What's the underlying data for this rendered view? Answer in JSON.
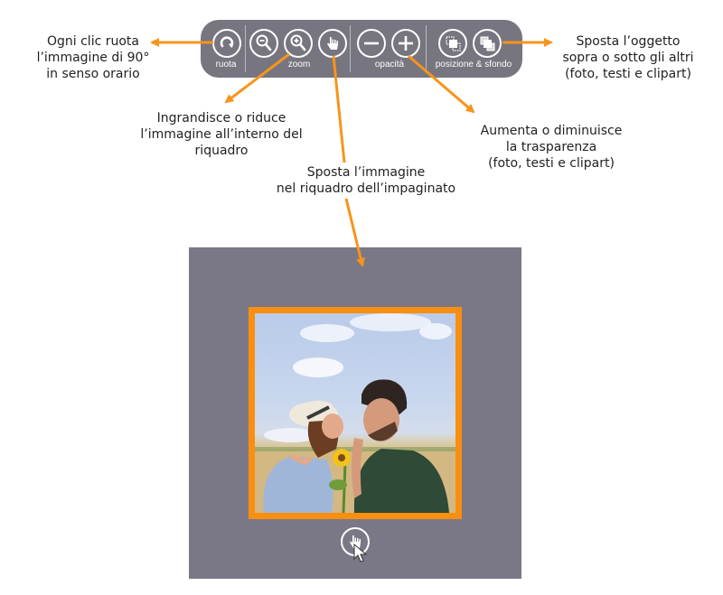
{
  "toolbar": {
    "background": "#77757f",
    "groups": [
      {
        "label": "ruota",
        "buttons": [
          {
            "name": "rotate",
            "icon": "rotate-clockwise-icon"
          }
        ]
      },
      {
        "label": "zoom",
        "buttons": [
          {
            "name": "zoom-out",
            "icon": "zoom-out-icon"
          },
          {
            "name": "zoom-in",
            "icon": "zoom-in-icon"
          },
          {
            "name": "pan",
            "icon": "hand-icon"
          }
        ]
      },
      {
        "label": "opacità",
        "buttons": [
          {
            "name": "opacity-decrease",
            "icon": "minus-icon"
          },
          {
            "name": "opacity-increase",
            "icon": "plus-icon"
          }
        ]
      },
      {
        "label": "posizione & sfondo",
        "buttons": [
          {
            "name": "bring-forward",
            "icon": "layer-front-icon"
          },
          {
            "name": "send-backward",
            "icon": "layer-back-icon"
          }
        ]
      }
    ]
  },
  "annotations": {
    "rotate": [
      "Ogni clic ruota",
      "l’immagine di 90°",
      "in senso orario"
    ],
    "zoom": [
      "Ingrandisce o riduce",
      "l’immagine all’interno del",
      "riquadro"
    ],
    "pan": [
      "Sposta l’immagine",
      "nel riquadro dell’impaginato"
    ],
    "opacity": [
      "Aumenta o diminuisce",
      "la trasparenza",
      "(foto, testi e clipart)"
    ],
    "position": [
      "Sposta l’oggetto",
      "sopra o sotto gli altri",
      "(foto, testi e clipart)"
    ]
  },
  "canvas": {
    "panel_color": "#7a7887",
    "frame_color": "#f98f10",
    "photo_description": "couple kissing in a wheat field under a blue sky, woman in white hat holding a sunflower",
    "hand_button_icon": "hand-icon",
    "cursor_icon": "mouse-pointer-icon"
  },
  "colors": {
    "arrow": "#f7941d",
    "text": "#222222"
  }
}
